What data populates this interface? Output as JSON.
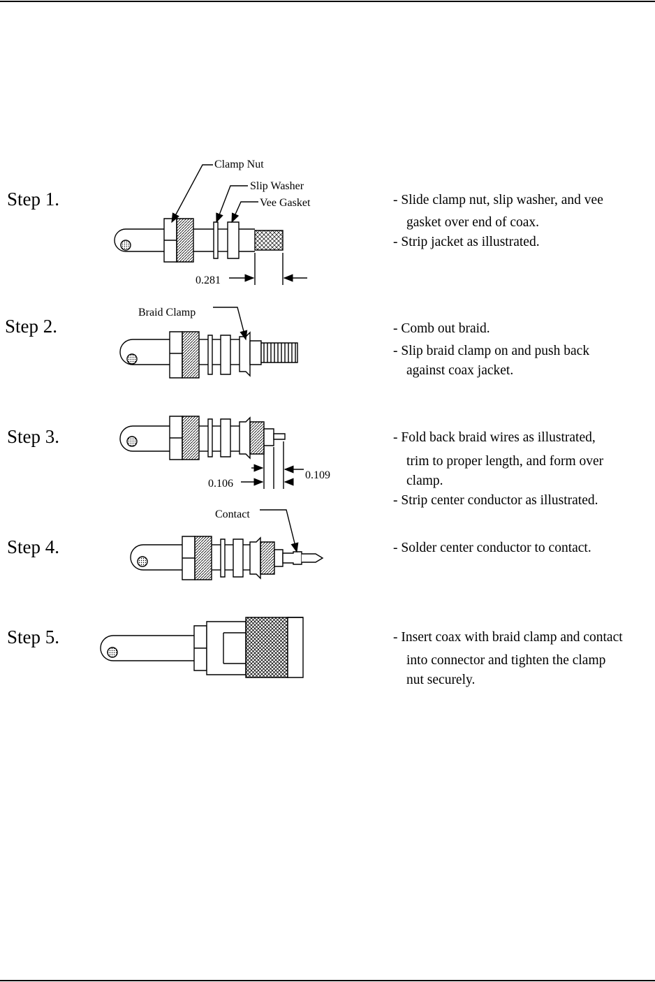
{
  "steps": [
    {
      "label": "Step 1.",
      "lines": [
        "- Slide clamp nut, slip washer, and vee",
        "gasket over end of coax.",
        "-  Strip jacket as illustrated."
      ],
      "callouts": [
        "Clamp Nut",
        "Slip Washer",
        "Vee Gasket"
      ],
      "dimensions": [
        "0.281"
      ]
    },
    {
      "label": "Step 2.",
      "lines": [
        "- Comb out braid.",
        "- Slip braid clamp on and push back",
        "against coax jacket."
      ],
      "callouts": [
        "Braid Clamp"
      ]
    },
    {
      "label": "Step 3.",
      "lines": [
        "- Fold back braid wires as illustrated,",
        "trim to proper length, and form over",
        "clamp.",
        "- Strip center conductor as illustrated."
      ],
      "dimensions": [
        "0.106",
        "0.109"
      ]
    },
    {
      "label": "Step 4.",
      "lines": [
        "- Solder center conductor to contact."
      ],
      "callouts": [
        "Contact"
      ]
    },
    {
      "label": "Step 5.",
      "lines": [
        "- Insert coax with braid clamp and contact",
        "into connector and tighten the clamp",
        "nut securely."
      ]
    }
  ]
}
